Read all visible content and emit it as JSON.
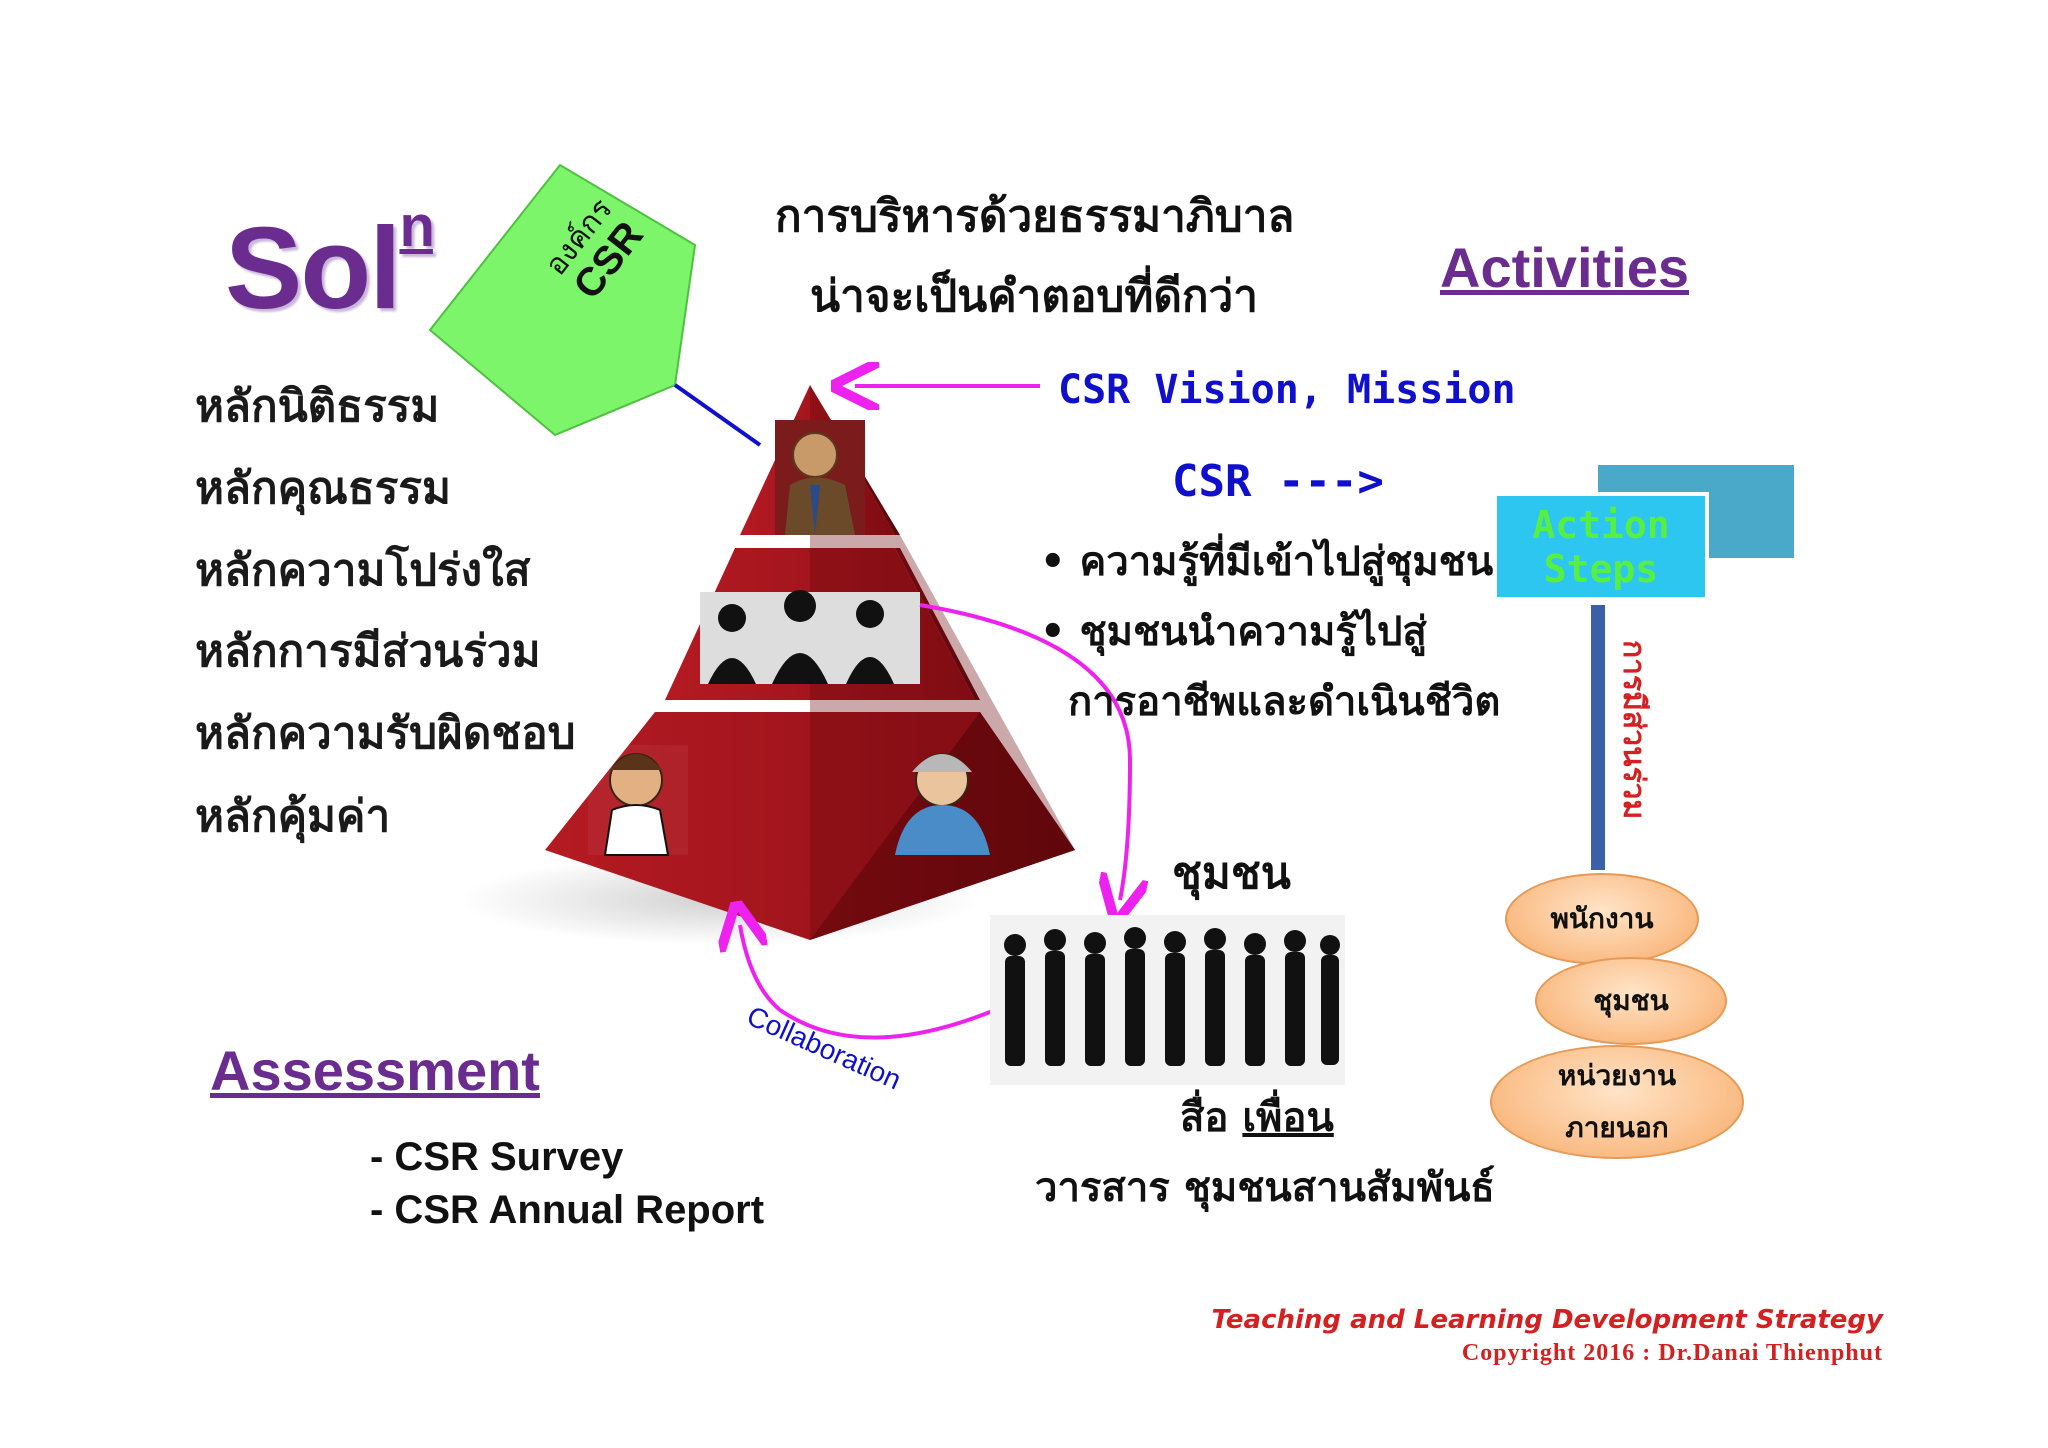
{
  "title": {
    "main": "Sol",
    "sup": "n"
  },
  "tag": {
    "line1": "องค์กร",
    "line2": "CSR"
  },
  "headline": {
    "line1": "การบริหารด้วยธรรมาภิบาล",
    "line2": "น่าจะเป็นคำตอบที่ดีกว่า"
  },
  "principles": [
    "หลักนิติธรรม",
    "หลักคุณธรรม",
    "หลักความโปร่งใส",
    "หลักการมีส่วนร่วม",
    "หลักความรับผิดชอบ",
    "หลักคุ้มค่า"
  ],
  "activities": {
    "title": "Activities"
  },
  "vision": "CSR Vision, Mission",
  "csr_arrow": "CSR --->",
  "bullets": [
    "ความรู้ที่มีเข้าไปสู่ชุมชน",
    "ชุมชนนำความรู้ไปสู่",
    "การอาชีพและดำเนินชีวิต"
  ],
  "action_steps": "Action Steps",
  "vertical_label": "การมีส่วนร่วม",
  "stakeholders": [
    "พนักงาน",
    "ชุมชน",
    "หน่วยงาน",
    "ภายนอก"
  ],
  "community_label": "ชุมชน",
  "collaboration": "Collaboration",
  "media": {
    "prefix": "สื่อ",
    "underlined": "เพื่อน",
    "line2": "วารสาร ชุมชนสานสัมพันธ์"
  },
  "assessment": {
    "title": "Assessment",
    "items": [
      "- CSR Survey",
      "- CSR Annual Report"
    ]
  },
  "footer": {
    "line1": "Teaching and Learning  Development Strategy",
    "line2": "Copyright  2016  : Dr.Danai  Thienphut"
  },
  "colors": {
    "purple": "#6a2d8f",
    "blue": "#1010cc",
    "magenta": "#ee22ee",
    "green": "#7cf56a",
    "pyramid": "#a5141c",
    "cyan": "#2cc6f0",
    "teal": "#4aa9c9",
    "orange": "#f5a864",
    "red": "#d42020"
  }
}
